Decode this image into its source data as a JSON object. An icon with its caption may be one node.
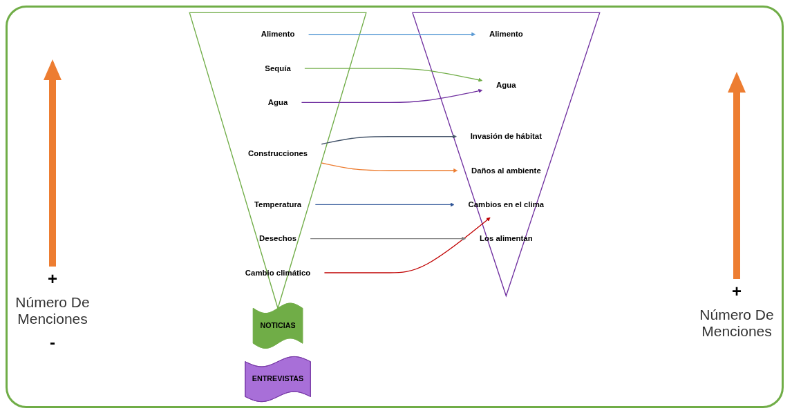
{
  "diagram": {
    "nodes": [
      {
        "text": [
          "NOTICIAS"
        ]
      },
      {
        "text": [
          "ENTREVISTAS"
        ]
      },
      {
        "text": [],
        "shape": "triangle"
      },
      {
        "text": [
          "Alimento"
        ],
        "in": 2
      },
      {
        "text": [
          "Sequía"
        ],
        "in": 2
      },
      {
        "text": [
          "Agua"
        ],
        "in": 2
      },
      {
        "text": [
          "Construcciones"
        ],
        "in": 2
      },
      {
        "text": [
          "Temperatura"
        ],
        "in": 2
      },
      {
        "text": [
          "Desechos"
        ],
        "in": 2
      },
      {
        "text": [
          "Cambio climático"
        ],
        "in": 2
      },
      {
        "text": [],
        "shape": "triangle"
      },
      {
        "text": [
          "Alimento"
        ],
        "in": 10
      },
      {
        "text": [
          "Invasión de hábitat"
        ],
        "in": 10
      },
      {
        "text": [
          "Agua"
        ],
        "in": 10
      },
      {
        "text": [
          "Cambios en el clima"
        ],
        "in": 10
      },
      {
        "text": [
          "Daños al ambiente"
        ],
        "in": 10
      },
      {
        "text": [
          "Los alimentan"
        ],
        "in": 10
      }
    ],
    "edges": [
      {
        "from": 3,
        "to": 11,
        "arrow": "to",
        "color": "#5b9bd5"
      },
      {
        "from": 4,
        "to": 13,
        "arrow": "to",
        "color": "#70ad47"
      },
      {
        "from": 5,
        "to": 13,
        "arrow": "to",
        "color": "#7030a0"
      },
      {
        "from": 6,
        "to": 12,
        "arrow": "to",
        "color": "#44546a"
      },
      {
        "from": 7,
        "to": 14,
        "arrow": "to",
        "color": "#2f5597"
      },
      {
        "from": 6,
        "to": 15,
        "arrow": "to",
        "color": "#ed7d31"
      },
      {
        "from": 9,
        "to": 14,
        "arrow": "to",
        "color": "#c00000"
      },
      {
        "from": 8,
        "to": 16,
        "arrow": "to",
        "color": "#7f7f7f"
      }
    ],
    "labels": [
      "+",
      "Número De Menciones",
      "-",
      "+",
      "Número De Menciones"
    ]
  }
}
